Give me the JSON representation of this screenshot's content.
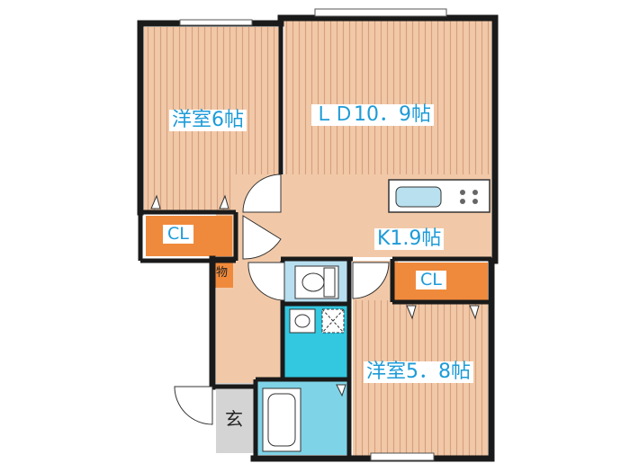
{
  "rooms": {
    "western1": "洋室6帖",
    "ld": "ＬＤ10．9帖",
    "kitchen": "K1.9帖",
    "western2": "洋室5．8帖",
    "cl1": "CL",
    "cl2": "CL",
    "storage": "物",
    "entrance": "玄"
  },
  "colors": {
    "wall": "#1a1a1a",
    "floor_wood": "#f2c9a8",
    "floor_stripe": "#d6a07e",
    "closet": "#ef8a3c",
    "bath": "#7fd3e6",
    "washroom": "#33c7e0",
    "toilet": "#b8dff0",
    "entrance": "#d4d4d4",
    "label_blue": "#1e9bd7"
  }
}
